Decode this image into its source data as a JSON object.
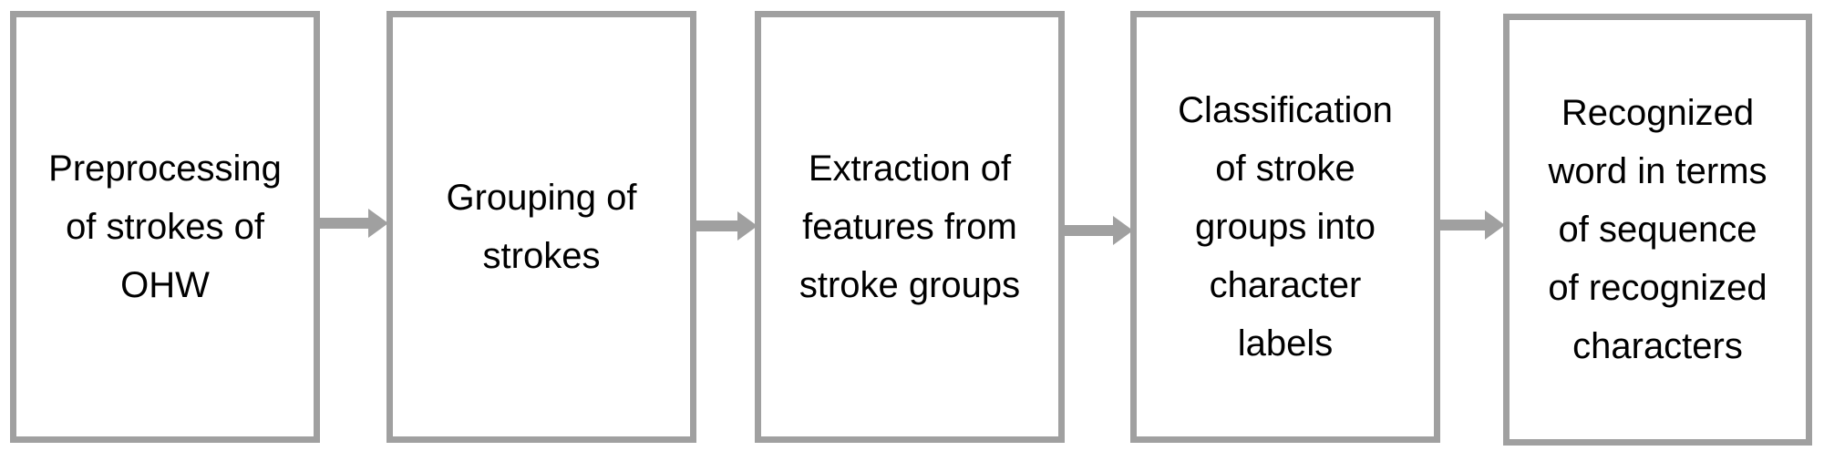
{
  "diagram": {
    "steps": [
      {
        "label": "Preprocessing\nof strokes of\nOHW"
      },
      {
        "label": "Grouping of\nstrokes"
      },
      {
        "label": "Extraction of\nfeatures from\nstroke groups"
      },
      {
        "label": "Classification\nof stroke\ngroups into\ncharacter\nlabels"
      },
      {
        "label": "Recognized\nword in terms\nof sequence\nof recognized\ncharacters"
      }
    ],
    "colors": {
      "box_border": "#a0a0a0",
      "arrow": "#a0a0a0",
      "text": "#000000",
      "background": "#ffffff"
    }
  }
}
